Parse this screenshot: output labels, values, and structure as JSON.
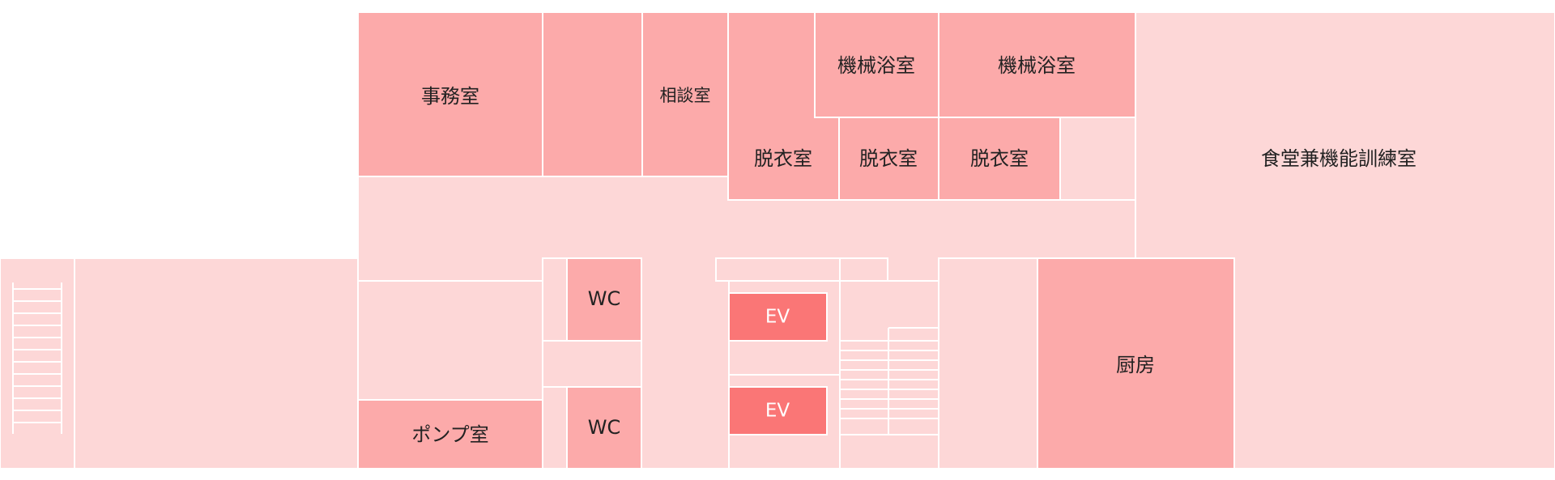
{
  "colors": {
    "corridor": "#fdd7d7",
    "room": "#fcaaaa",
    "elevator": "#fa7676",
    "wall": "#ffffff",
    "text": "#222222",
    "elevator_text": "#ffffff"
  },
  "rooms": {
    "office": "事務室",
    "consultation": "相談室",
    "bath_machine_1": "機械浴室",
    "bath_machine_2": "機械浴室",
    "changing_1": "脱衣室",
    "changing_2": "脱衣室",
    "changing_3": "脱衣室",
    "dining_training": "食堂兼機能訓練室",
    "wc_upper": "WC",
    "wc_lower": "WC",
    "elevator_upper": "EV",
    "elevator_lower": "EV",
    "kitchen": "厨房",
    "pump_room": "ポンプ室"
  }
}
